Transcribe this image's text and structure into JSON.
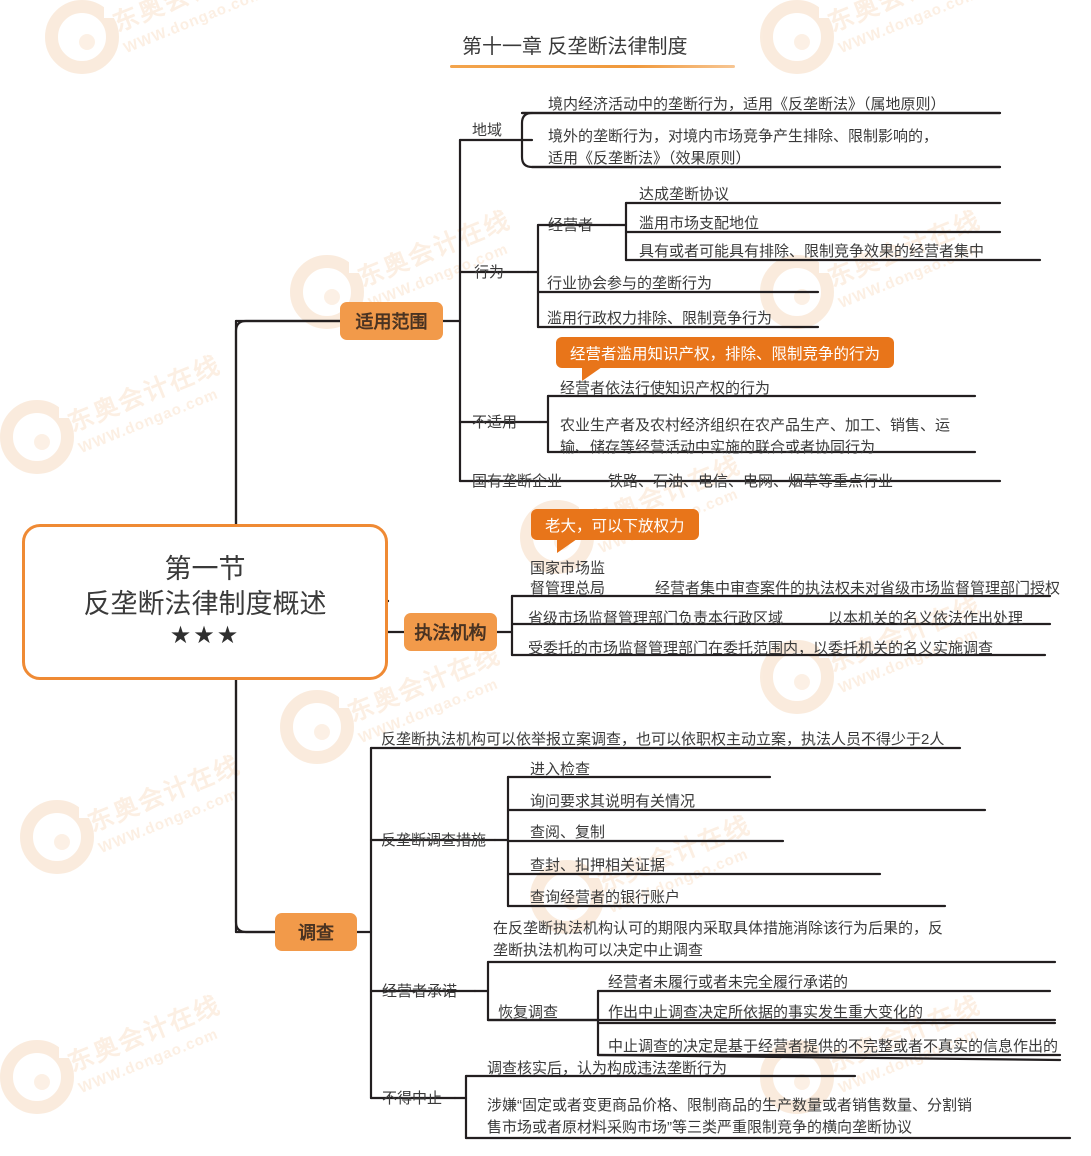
{
  "document": {
    "chapter_title": "第十一章 反垄断法律制度",
    "watermark_line1": "东奥会计在线",
    "watermark_line2": "WWW.dongao.com"
  },
  "colors": {
    "accent": "#f29a4a",
    "accent_border": "#ef8a34",
    "callout": "#e8751a",
    "line": "#231f20",
    "text": "#3a3a3a"
  },
  "root_node": {
    "line1": "第一节",
    "line2": "反垄断法律制度概述",
    "stars": "★★★"
  },
  "branches": {
    "scope": {
      "tag": "适用范围",
      "groups": {
        "region": {
          "label": "地域",
          "items": [
            "境内经济活动中的垄断行为，适用《反垄断法》（属地原则）",
            "境外的垄断行为，对境内市场竞争产生排除、限制影响的，",
            "适用《反垄断法》（效果原则）"
          ]
        },
        "conduct": {
          "label": "行为",
          "operator_label": "经营者",
          "operator_items": [
            "达成垄断协议",
            "滥用市场支配地位",
            "具有或者可能具有排除、限制竞争效果的经营者集中"
          ],
          "other_items": [
            "行业协会参与的垄断行为",
            "滥用行政权力排除、限制竞争行为"
          ]
        },
        "callout": "经营者滥用知识产权，排除、限制竞争的行为",
        "exempt": {
          "label": "不适用",
          "item1": "经营者依法行使知识产权的行为",
          "item2_line1": "农业生产者及农村经济组织在农产品生产、加工、销售、运",
          "item2_line2": "输、储存等经营活动中实施的联合或者协同行为"
        },
        "state_monopoly": {
          "label": "国有垄断企业",
          "value": "铁路、石油、电信、电网、烟草等重点行业"
        }
      }
    },
    "enforcement": {
      "tag": "执法机构",
      "callout": "老大，可以下放权力",
      "rows": [
        {
          "label_line1": "国家市场监",
          "label_line2": "督管理总局",
          "value": "经营者集中审查案件的执法权未对省级市场监督管理部门授权"
        },
        {
          "label": "省级市场监督管理部门负责本行政区域",
          "value": "以本机关的名义依法作出处理"
        },
        {
          "label": "受委托的市场监督管理部门在委托范围内，以委托机关的名义实施调查",
          "value": ""
        }
      ]
    },
    "investigation": {
      "tag": "调查",
      "top_note": "反垄断执法机构可以依举报立案调查，也可以依职权主动立案，执法人员不得少于2人",
      "measures": {
        "label": "反垄断调查措施",
        "items": [
          "进入检查",
          "询问要求其说明有关情况",
          "查阅、复制",
          "查封、扣押相关证据",
          "查询经营者的银行账户"
        ]
      },
      "commitment": {
        "label": "经营者承诺",
        "note_line1": "在反垄断执法机构认可的期限内采取具体措施消除该行为后果的，反",
        "note_line2": "垄断执法机构可以决定中止调查",
        "resume_label": "恢复调查",
        "resume_items": [
          "经营者未履行或者未完全履行承诺的",
          "作出中止调查决定所依据的事实发生重大变化的",
          "中止调查的决定是基于经营者提供的不完整或者不真实的信息作出的"
        ]
      },
      "no_suspend": {
        "label": "不得中止",
        "item1": "调查核实后，认为构成违法垄断行为",
        "item2_line1": "涉嫌“固定或者变更商品价格、限制商品的生产数量或者销售数量、分割销",
        "item2_line2": "售市场或者原材料采购市场”等三类严重限制竞争的横向垄断协议"
      }
    }
  }
}
